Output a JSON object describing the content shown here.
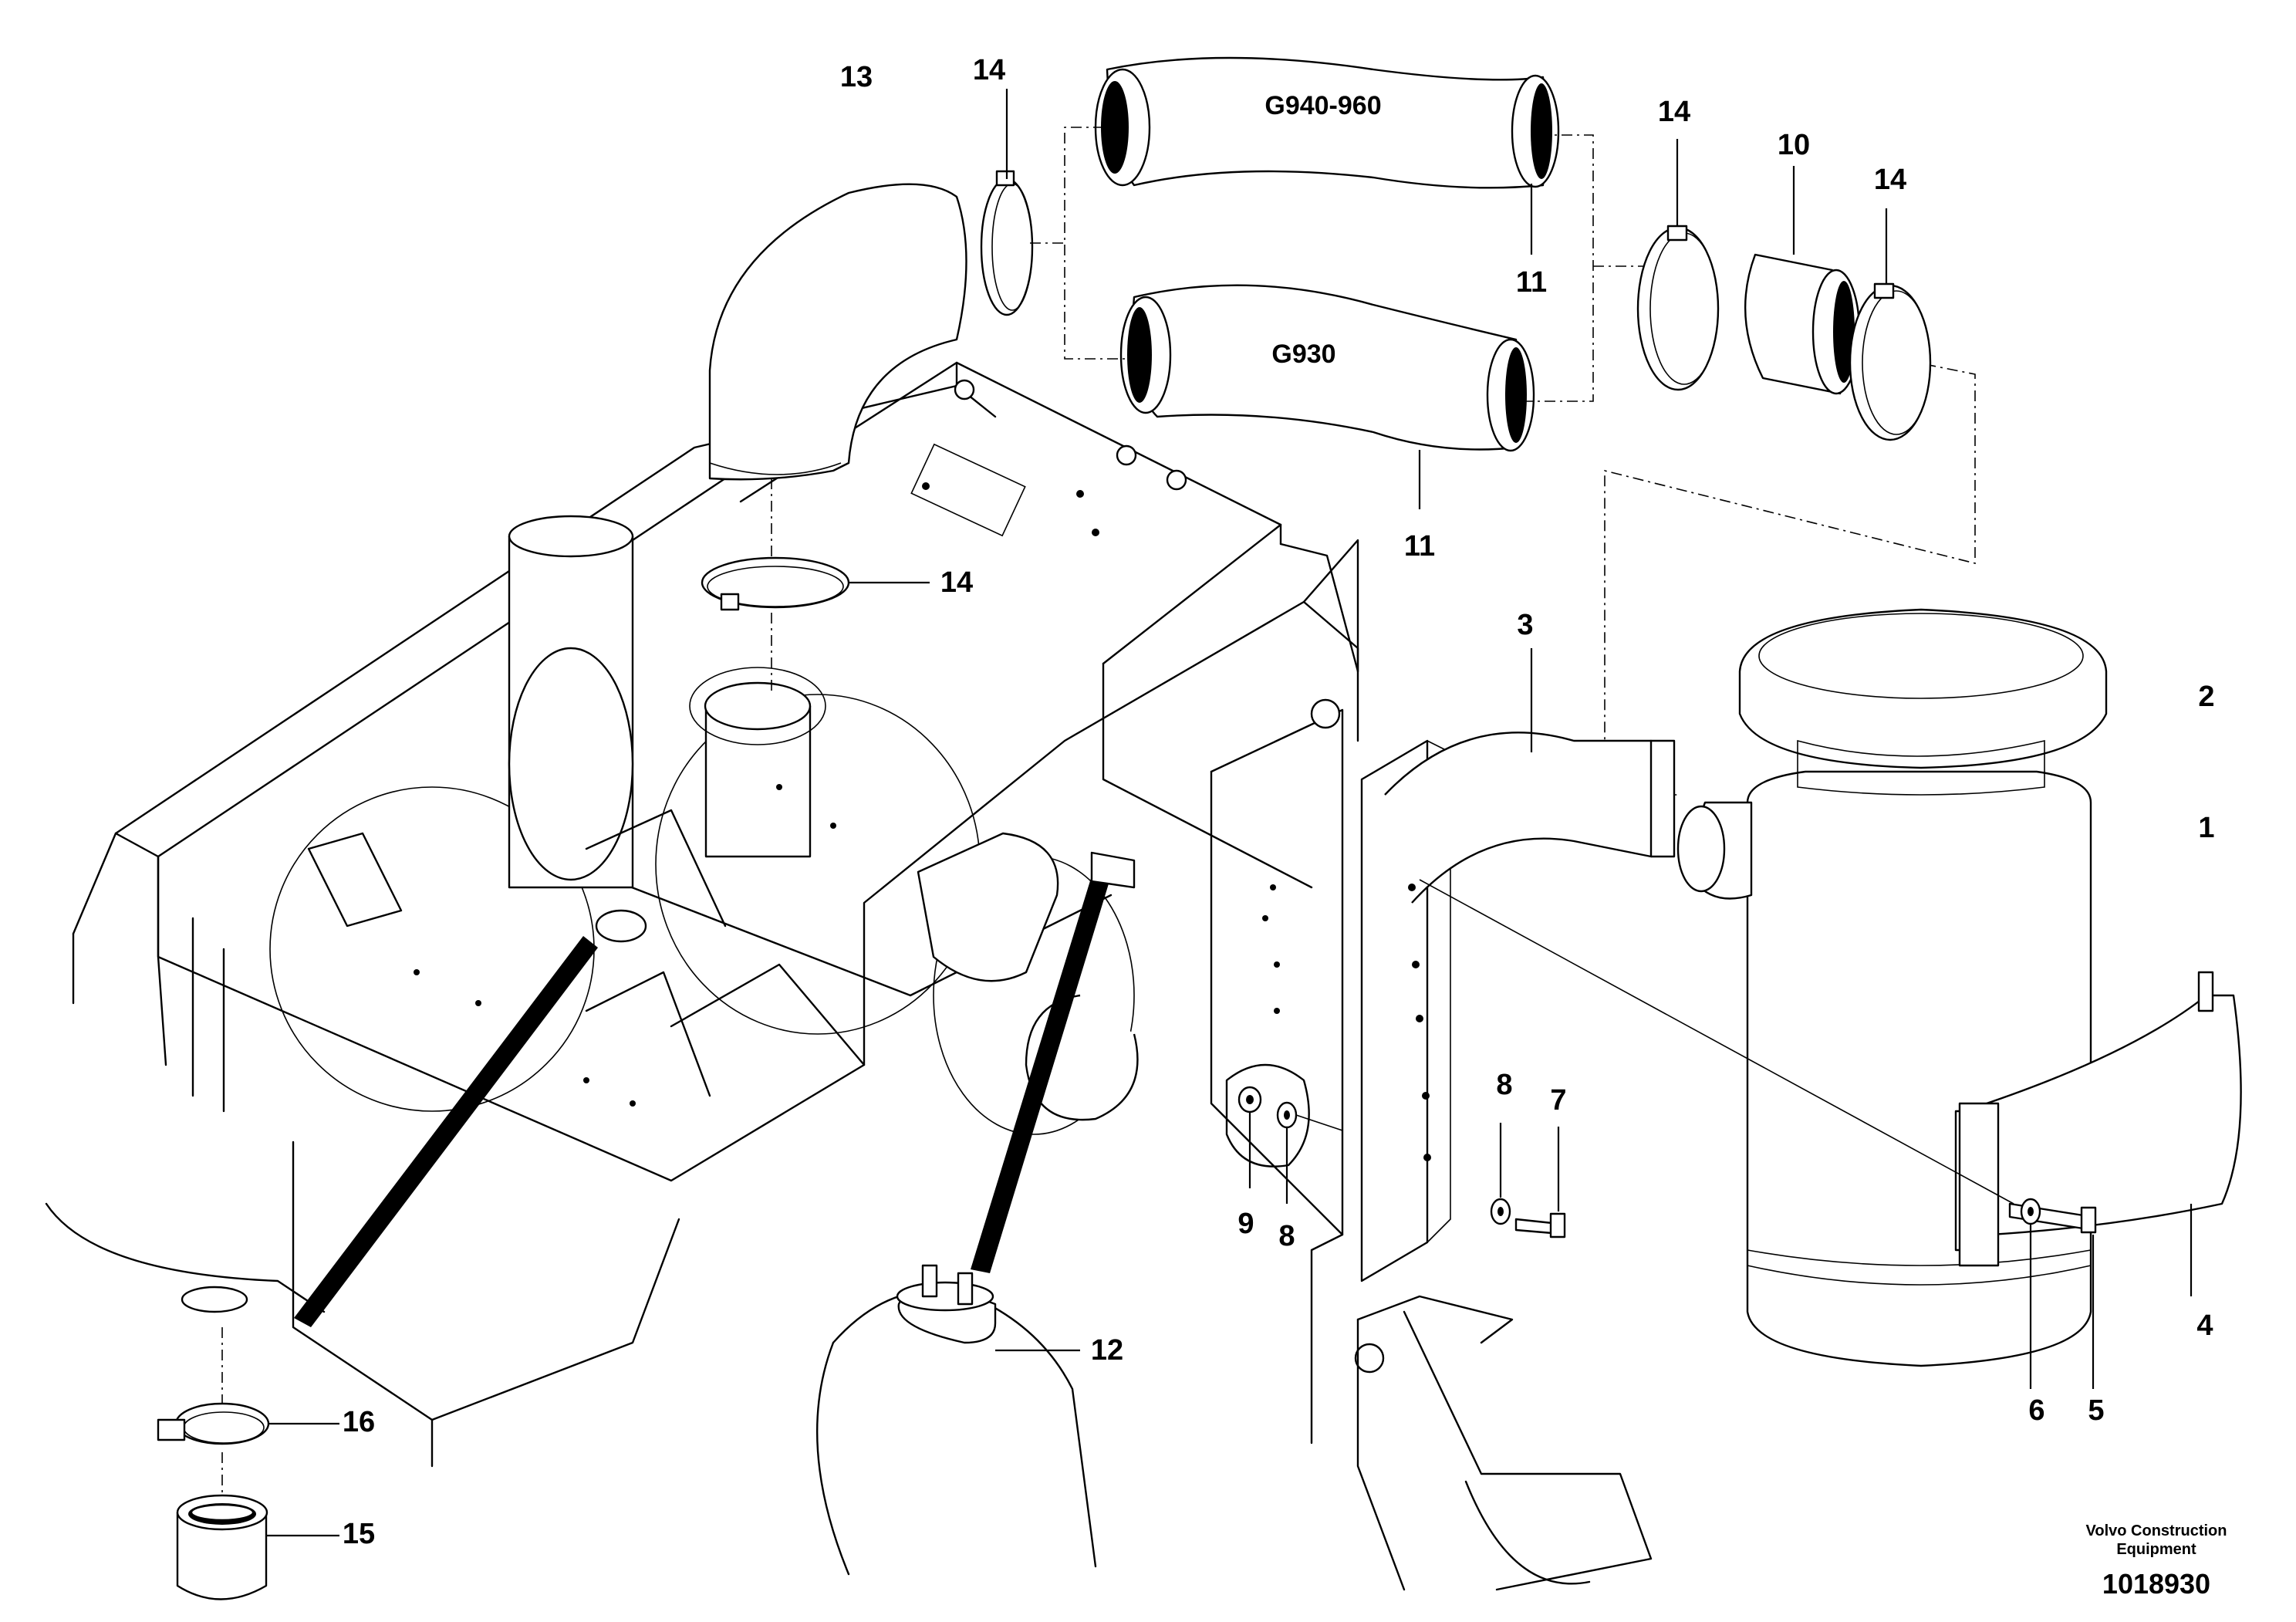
{
  "hose_variants": [
    {
      "label": "G940-960"
    },
    {
      "label": "G930"
    }
  ],
  "callouts": {
    "c1": "1",
    "c2": "2",
    "c3": "3",
    "c4": "4",
    "c5": "5",
    "c6": "6",
    "c7": "7",
    "c8a": "8",
    "c8b": "8",
    "c9": "9",
    "c10": "10",
    "c11a": "11",
    "c11b": "11",
    "c12": "12",
    "c13": "13",
    "c14a": "14",
    "c14b": "14",
    "c14c": "14",
    "c14d": "14",
    "c15": "15",
    "c16": "16"
  },
  "footer": {
    "brand_line1": "Volvo Construction",
    "brand_line2": "Equipment",
    "drawing_number": "1018930"
  }
}
